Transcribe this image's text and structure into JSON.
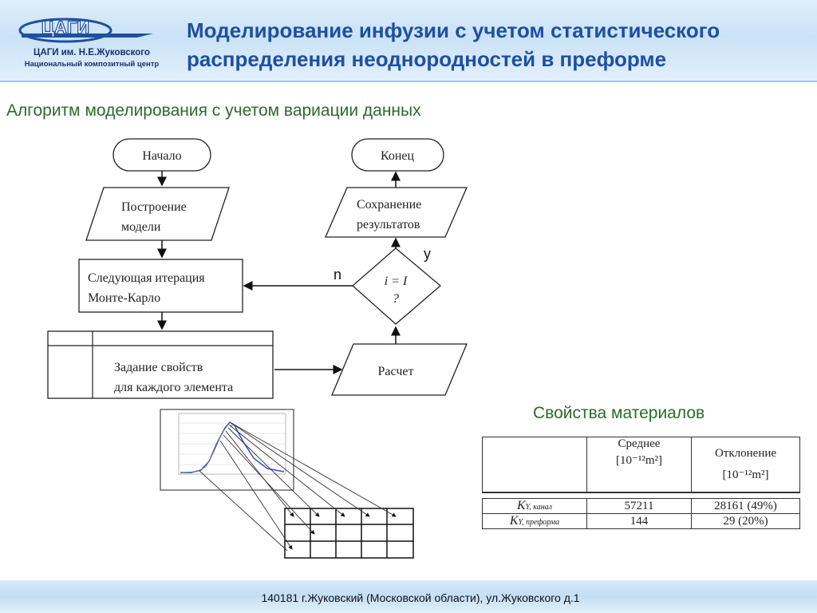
{
  "header": {
    "logo_text": "ЦАГИ",
    "org_line1": "ЦАГИ им. Н.Е.Жуковского",
    "org_line2": "Национальный композитный центр",
    "title_line1": "Моделирование инфузии с учетом статистического",
    "title_line2": "распределения неоднородностей в преформе"
  },
  "subtitle": "Алгоритм моделирования с учетом вариации данных",
  "flowchart": {
    "start": "Начало",
    "build_line1": "Построение",
    "build_line2": "модели",
    "iter_line1": "Следующая итерация",
    "iter_line2": "Монте-Карло",
    "assign_line1": "Задание свойств",
    "assign_line2": "для каждого  элемента",
    "calc": "Расчет",
    "cond_line1": "i = I",
    "cond_line2": "?",
    "yes": "y",
    "no": "n",
    "save_line1": "Сохранение",
    "save_line2": "результатов",
    "end": "Конец"
  },
  "materials": {
    "title": "Свойства материалов",
    "col_mean": "Среднее",
    "col_dev": "Отклонение",
    "unit": "[10⁻¹²m²]",
    "rows": [
      {
        "label": "K",
        "sub": "Y, канал",
        "mean": "57211",
        "dev": "28161 (49%)"
      },
      {
        "label": "K",
        "sub": "Y, преформа",
        "mean": "144",
        "dev": "29 (20%)"
      }
    ]
  },
  "footer": "140181 г.Жуковский (Московской области), ул.Жуковского д.1"
}
